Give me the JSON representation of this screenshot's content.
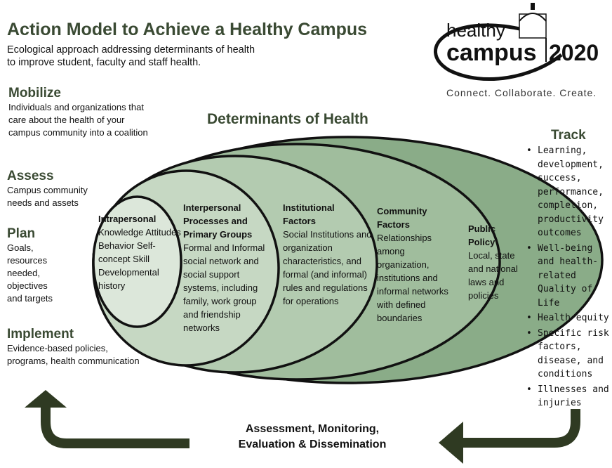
{
  "header": {
    "title": "Action Model to Achieve a Healthy Campus",
    "subtitle_lines": [
      "Ecological approach addressing determinants of health",
      "to improve student, faculty and staff health."
    ]
  },
  "logo": {
    "word1": "healthy",
    "word2": "campus",
    "year": "2020",
    "tagline": "Connect. Collaborate. Create."
  },
  "steps": [
    {
      "title": "Mobilize",
      "text": "Individuals and organizations that care about the health of your campus community into a coalition"
    },
    {
      "title": "Assess",
      "text": "Campus community needs and assets"
    },
    {
      "title": "Plan",
      "text": "Goals, resources needed, objectives and targets"
    },
    {
      "title": "Implement",
      "text": "Evidence-based policies, programs, health communication"
    }
  ],
  "determinants": {
    "title": "Determinants of Health",
    "levels": [
      {
        "title": "Intrapersonal",
        "text": "Knowledge Attitudes Behavior Self-concept Skill Developmental history"
      },
      {
        "title": "Interpersonal Processes and Primary Groups",
        "text": "Formal and Informal social network and social support systems, including family, work group and friendship networks"
      },
      {
        "title": "Institutional Factors",
        "text": "Social Institutions and organization characteristics, and formal (and informal) rules and regulations for operations"
      },
      {
        "title": "Community Factors",
        "text": "Relationships among organization, institutions and informal networks with defined boundaries"
      },
      {
        "title": "Public Policy",
        "text": "Local, state and national laws and policies"
      }
    ],
    "colors": [
      "#8aac88",
      "#a0bd9d",
      "#b3cbb0",
      "#c6d8c3",
      "#dce7da"
    ]
  },
  "track": {
    "title": "Track",
    "items": [
      "Learning, development, success, performance, completion, productivity outcomes",
      "Well-being and health-related Quality of Life",
      "Health equity",
      "Specific risk factors, disease, and conditions",
      "Illnesses and injuries"
    ]
  },
  "cycle": {
    "label_lines": [
      "Assessment, Monitoring,",
      "Evaluation & Dissemination"
    ],
    "arrow_color": "#2f3a22"
  }
}
